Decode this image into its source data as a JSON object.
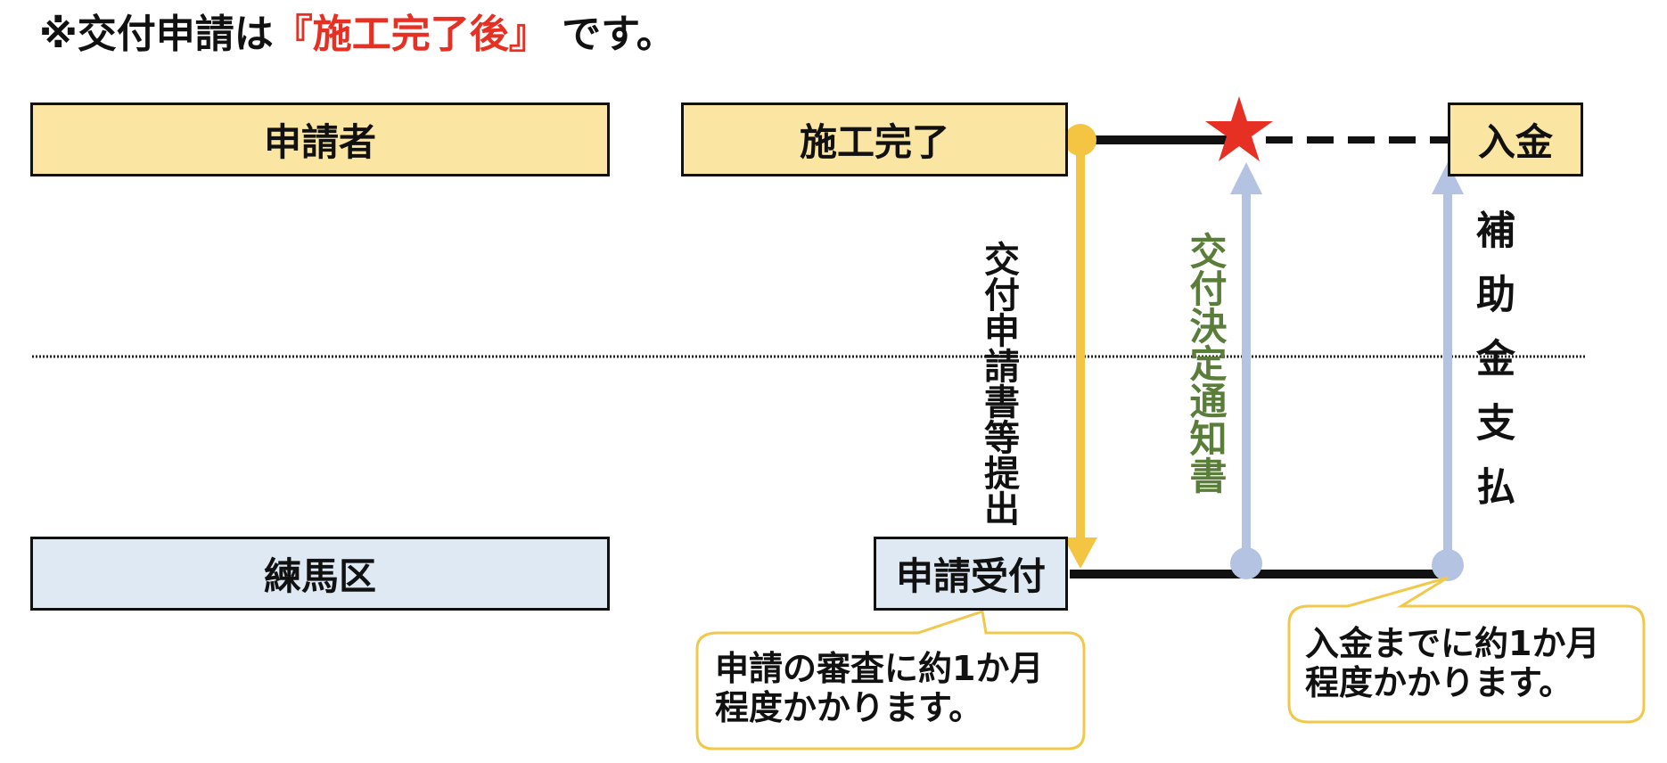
{
  "title": {
    "prefix": "※交付申請は",
    "highlight": "『施工完了後』",
    "suffix": "です。"
  },
  "lanes": {
    "applicant": "申請者",
    "ward": "練馬区"
  },
  "events": {
    "construction_complete": "施工完了",
    "payment": "入金",
    "application_received": "申請受付"
  },
  "arrows": {
    "submit_documents": "交付申請書等提出",
    "decision_notice": "交付決定通知書",
    "subsidy_payment": "補助金支払"
  },
  "callouts": {
    "review": {
      "line1": "申請の審査に約1か月",
      "line2": "程度かかります。"
    },
    "payment": {
      "line1": "入金までに約1か月",
      "line2": "程度かかります。"
    }
  },
  "colors": {
    "highlight_red": "#e53023",
    "applicant_fill": "#fae6a2",
    "ward_fill": "#dfe9f4",
    "submit_arrow": "#f4c542",
    "return_arrow": "#b4c3e2",
    "decision_text": "#5a7d3a",
    "star": "#e53023",
    "callout_border": "#f0c94c"
  }
}
